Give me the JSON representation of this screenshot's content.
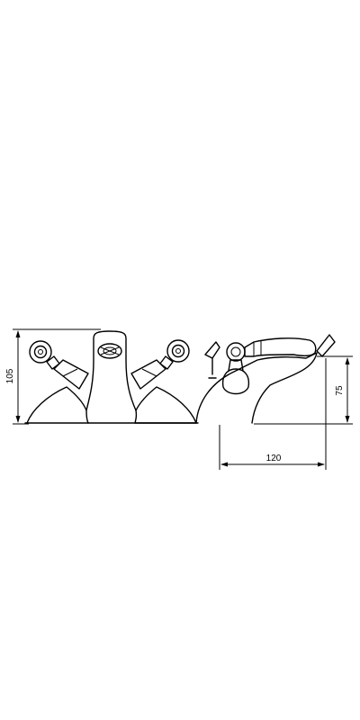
{
  "dimensions": {
    "height_front": "105",
    "height_side": "75",
    "projection": "120"
  }
}
